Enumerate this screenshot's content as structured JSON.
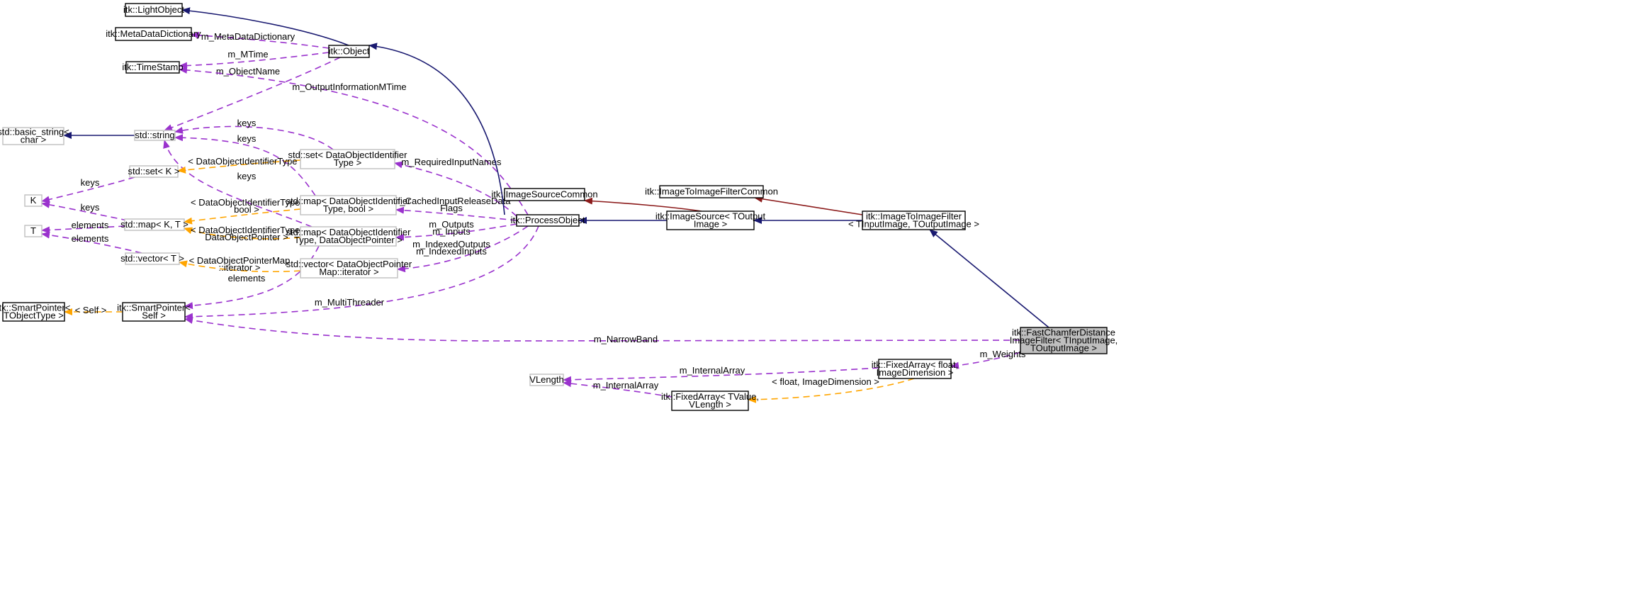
{
  "diagram": {
    "colors": {
      "inheritance": "#191970",
      "inheritance_common": "#8b1a1a",
      "usage": "#9a32cd",
      "template": "#ffa500",
      "focus_fill": "#bfbfbf"
    },
    "nodes": [
      {
        "id": "lightobject",
        "style": "dark",
        "lines": [
          "itk::LightObject"
        ]
      },
      {
        "id": "metadatadictionary",
        "style": "dark",
        "lines": [
          "itk::MetaDataDictionary"
        ]
      },
      {
        "id": "timestamp",
        "style": "dark",
        "lines": [
          "itk::TimeStamp"
        ]
      },
      {
        "id": "object",
        "style": "dark",
        "lines": [
          "itk::Object"
        ]
      },
      {
        "id": "basic-string",
        "style": "light",
        "lines": [
          "std::basic_string<",
          "char >"
        ]
      },
      {
        "id": "std-string",
        "style": "light",
        "lines": [
          "std::string"
        ]
      },
      {
        "id": "set-k",
        "style": "light",
        "lines": [
          "std::set< K >"
        ]
      },
      {
        "id": "k",
        "style": "light",
        "lines": [
          "K"
        ]
      },
      {
        "id": "t",
        "style": "light",
        "lines": [
          "T"
        ]
      },
      {
        "id": "map-kt",
        "style": "light",
        "lines": [
          "std::map< K, T >"
        ]
      },
      {
        "id": "vector-t",
        "style": "light",
        "lines": [
          "std::vector< T >"
        ]
      },
      {
        "id": "smartpointer-tobject",
        "style": "dark",
        "lines": [
          "itk::SmartPointer<",
          "TObjectType >"
        ]
      },
      {
        "id": "smartpointer-self",
        "style": "dark",
        "lines": [
          "itk::SmartPointer<",
          "Self >"
        ]
      },
      {
        "id": "set-doid",
        "style": "light",
        "lines": [
          "std::set< DataObjectIdentifier",
          "Type >"
        ]
      },
      {
        "id": "map-doid-bool",
        "style": "light",
        "lines": [
          "std::map< DataObjectIdentifier",
          "Type, bool >"
        ]
      },
      {
        "id": "map-doid-ptr",
        "style": "light",
        "lines": [
          "std::map< DataObjectIdentifier",
          "Type, DataObjectPointer >"
        ]
      },
      {
        "id": "vector-doptr",
        "style": "light",
        "lines": [
          "std::vector< DataObjectPointer",
          "Map::iterator >"
        ]
      },
      {
        "id": "imagesourcecommon",
        "style": "dark",
        "lines": [
          "itk::ImageSourceCommon"
        ]
      },
      {
        "id": "processobject",
        "style": "dark",
        "lines": [
          "itk::ProcessObject"
        ]
      },
      {
        "id": "imagesource",
        "style": "dark",
        "lines": [
          "itk::ImageSource< TOutput",
          "Image >"
        ]
      },
      {
        "id": "imagetoimagefiltercommon",
        "style": "dark",
        "lines": [
          "itk::ImageToImageFilterCommon"
        ]
      },
      {
        "id": "imagetoimagefilter",
        "style": "dark",
        "lines": [
          "itk::ImageToImageFilter",
          "< TInputImage, TOutputImage >"
        ]
      },
      {
        "id": "fastchamfer",
        "style": "focus",
        "lines": [
          "itk::FastChamferDistance",
          "ImageFilter< TInputImage,",
          "TOutputImage >"
        ]
      },
      {
        "id": "fixedarray-float",
        "style": "dark",
        "lines": [
          "itk::FixedArray< float,",
          "ImageDimension >"
        ]
      },
      {
        "id": "vlength",
        "style": "light",
        "lines": [
          "VLength"
        ]
      },
      {
        "id": "fixedarray-tvalue",
        "style": "dark",
        "lines": [
          "itk::FixedArray< TValue,",
          "VLength >"
        ]
      }
    ],
    "edges": [
      {
        "id": "edge-object-lightobject",
        "kind": "inheritance",
        "labels": []
      },
      {
        "id": "edge-object-metadatadictionary",
        "kind": "usage",
        "labels": [
          "m_MetaDataDictionary"
        ]
      },
      {
        "id": "edge-object-timestamp",
        "kind": "usage",
        "labels": [
          "m_MTime"
        ]
      },
      {
        "id": "edge-object-string",
        "kind": "usage",
        "labels": [
          "m_ObjectName"
        ]
      },
      {
        "id": "edge-processobject-timestamp",
        "kind": "usage",
        "labels": [
          "m_OutputInformationMTime"
        ]
      },
      {
        "id": "edge-string-basicstring",
        "kind": "inheritance",
        "labels": []
      },
      {
        "id": "edge-setdoid-string",
        "kind": "usage",
        "labels": [
          "keys"
        ]
      },
      {
        "id": "edge-mapdoidbool-string",
        "kind": "usage",
        "labels": [
          "keys"
        ]
      },
      {
        "id": "edge-mapdoidptr-string",
        "kind": "usage",
        "labels": [
          "keys"
        ]
      },
      {
        "id": "edge-setdoid-setk",
        "kind": "template",
        "labels": [
          "< DataObjectIdentifierType >"
        ]
      },
      {
        "id": "edge-setk-k",
        "kind": "usage",
        "labels": [
          "keys"
        ]
      },
      {
        "id": "edge-mapkt-k",
        "kind": "usage",
        "labels": [
          "keys"
        ]
      },
      {
        "id": "edge-mapkt-t",
        "kind": "usage",
        "labels": [
          "elements"
        ]
      },
      {
        "id": "edge-vectort-t",
        "kind": "usage",
        "labels": [
          "elements"
        ]
      },
      {
        "id": "edge-mapdoidbool-mapkt",
        "kind": "template",
        "labels": [
          "< DataObjectIdentifierType,",
          "bool >"
        ]
      },
      {
        "id": "edge-mapdoidptr-mapkt",
        "kind": "template",
        "labels": [
          "< DataObjectIdentifierType,",
          "DataObjectPointer >"
        ]
      },
      {
        "id": "edge-vectordoptr-vectort",
        "kind": "template",
        "labels": [
          "< DataObjectPointerMap",
          "::iterator >"
        ]
      },
      {
        "id": "edge-mapdoidptr-smartpointer",
        "kind": "usage",
        "labels": [
          "elements"
        ]
      },
      {
        "id": "edge-smartpointerself-smartpointertobject",
        "kind": "template",
        "labels": [
          "< Self >"
        ]
      },
      {
        "id": "edge-processobject-smartpointer",
        "kind": "usage",
        "labels": [
          "m_MultiThreader"
        ]
      },
      {
        "id": "edge-processobject-setdoid",
        "kind": "usage",
        "labels": [
          "m_RequiredInputNames"
        ]
      },
      {
        "id": "edge-processobject-mapdoidbool",
        "kind": "usage",
        "labels": [
          "m_CachedInputReleaseData",
          "Flags"
        ]
      },
      {
        "id": "edge-processobject-mapdoidptr",
        "kind": "usage",
        "labels": [
          "m_Outputs",
          "m_Inputs"
        ]
      },
      {
        "id": "edge-processobject-vectordoptr",
        "kind": "usage",
        "labels": [
          "m_IndexedOutputs",
          "m_IndexedInputs"
        ]
      },
      {
        "id": "edge-processobject-object",
        "kind": "inheritance",
        "labels": []
      },
      {
        "id": "edge-imagesource-processobject",
        "kind": "inheritance",
        "labels": []
      },
      {
        "id": "edge-imagesource-imagesourcecommon",
        "kind": "inheritance_common",
        "labels": []
      },
      {
        "id": "edge-i2i-imagesource",
        "kind": "inheritance",
        "labels": []
      },
      {
        "id": "edge-i2i-i2icommon",
        "kind": "inheritance_common",
        "labels": []
      },
      {
        "id": "edge-fastchamfer-i2i",
        "kind": "inheritance",
        "labels": []
      },
      {
        "id": "edge-fastchamfer-smartpointer",
        "kind": "usage",
        "labels": [
          "m_NarrowBand"
        ]
      },
      {
        "id": "edge-fastchamfer-fixedarrayfloat",
        "kind": "usage",
        "labels": [
          "m_Weights"
        ]
      },
      {
        "id": "edge-fixedarrayfloat-vlength",
        "kind": "usage",
        "labels": [
          "m_InternalArray"
        ]
      },
      {
        "id": "edge-fixedarraytvalue-vlength",
        "kind": "usage",
        "labels": [
          "m_InternalArray"
        ]
      },
      {
        "id": "edge-fixedarrayfloat-fixedarraytvalue",
        "kind": "template",
        "labels": [
          "< float, ImageDimension >"
        ]
      }
    ]
  }
}
